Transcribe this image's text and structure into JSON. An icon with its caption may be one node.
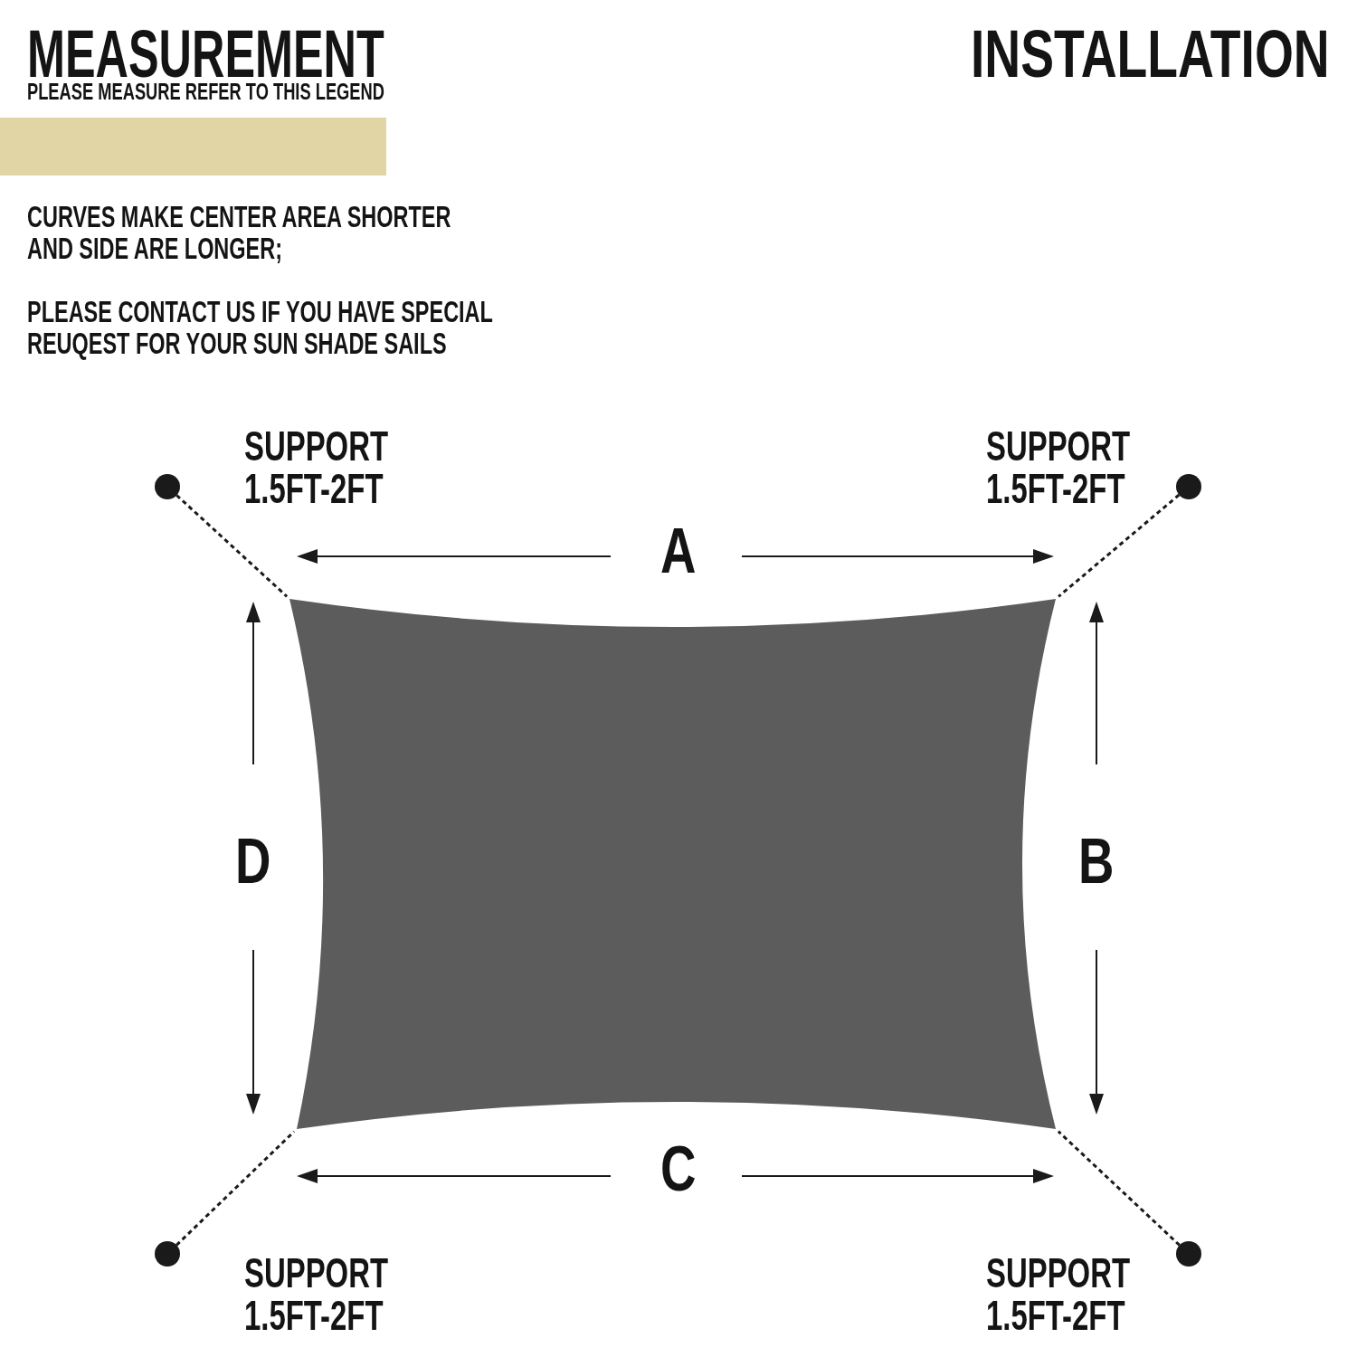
{
  "diagram": {
    "nodes": [
      {
        "text": [],
        "shape": "bar"
      },
      {
        "text": [],
        "shape": "circle",
        "beside": [
          "SUPPORT 1.5FT-2FT"
        ]
      },
      {
        "text": [],
        "shape": "circle",
        "beside": [
          "SUPPORT 1.5FT-2FT"
        ]
      },
      {
        "text": [],
        "shape": "box",
        "beside": [
          "A",
          "D",
          "B",
          "C"
        ]
      },
      {
        "text": [],
        "shape": "circle",
        "beside": [
          "SUPPORT 1.5FT-2FT"
        ]
      },
      {
        "text": [],
        "shape": "circle",
        "beside": [
          "SUPPORT 1.5FT-2FT"
        ]
      }
    ],
    "edges": [
      {
        "from": 1,
        "to": 3,
        "arrow": "none",
        "style": "dashed"
      },
      {
        "from": 2,
        "to": 3,
        "arrow": "none",
        "style": "dashed"
      },
      {
        "from": 4,
        "to": 3,
        "arrow": "none",
        "style": "dashed"
      },
      {
        "from": 5,
        "to": 3,
        "arrow": "none",
        "style": "dashed"
      }
    ],
    "labels": [
      "MEASUREMENT",
      "INSTALLATION",
      "PLEASE MEASURE REFER TO THIS LEGEND",
      "CURVES MAKE CENTER AREA SHORTER AND SIDE ARE LONGER;",
      "PLEASE CONTACT US IF YOU HAVE SPECIAL REUQEST FOR YOUR SUN SHADE SAILS"
    ]
  }
}
